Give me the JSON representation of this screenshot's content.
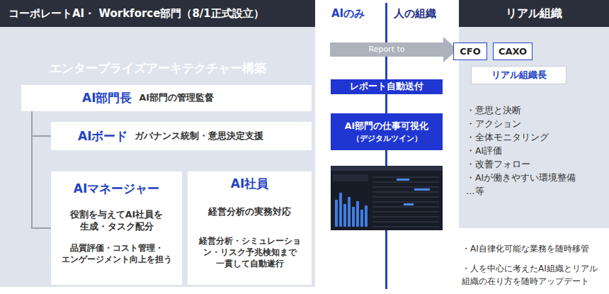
{
  "diagram": {
    "nodes": [
      {
        "text": [
          "コーポレートAI・ Workforce部門（8/1正式設立）",
          "エンタープライズアーキテクチャー構築"
        ]
      },
      {
        "text": [
          "AI部門長",
          "AI部門の管理監督"
        ],
        "in": 0
      },
      {
        "text": [
          "AIボード",
          "ガバナンス統制・意思決定支援"
        ],
        "in": 0
      },
      {
        "text": [
          "AIマネージャー",
          "役割を与えてAI社員を 生成・タスク配分",
          "品質評価・コスト管理・ エンゲージメント向上を担う"
        ],
        "in": 0
      },
      {
        "text": [
          "AI社員",
          "経営分析の実務対応",
          "経営分析・シミュレーショ ン・リスク予兆検知まで 一貫して自動遂行"
        ],
        "in": 0
      },
      {
        "text": [
          "レポート自動送付"
        ]
      },
      {
        "text": [
          "AI部門の仕事可視化",
          "（デジタルツイン）"
        ]
      },
      {
        "text": [
          "リアル組織",
          "・意思と決断",
          "・アクション",
          "・全体モニタリング",
          "・AI評価",
          "・改善フォロー",
          "・AIが働きやすい環境整備",
          "…等"
        ]
      },
      {
        "text": [
          "CFO"
        ],
        "in": 7
      },
      {
        "text": [
          "CAXO"
        ],
        "in": 7
      },
      {
        "text": [
          "リアル組織長"
        ],
        "in": 7
      }
    ],
    "edges": [
      {
        "from": 1,
        "to": 2,
        "arrow": "none"
      },
      {
        "from": 1,
        "to": 3,
        "arrow": "none"
      }
    ],
    "labels": [
      "AIのみ",
      "人の組織",
      "Report to",
      "・AI自律化可能な業務を随時移管",
      "・人を中心に考えたAI組織とリアル 組織の在り方を随時アップデート"
    ]
  }
}
